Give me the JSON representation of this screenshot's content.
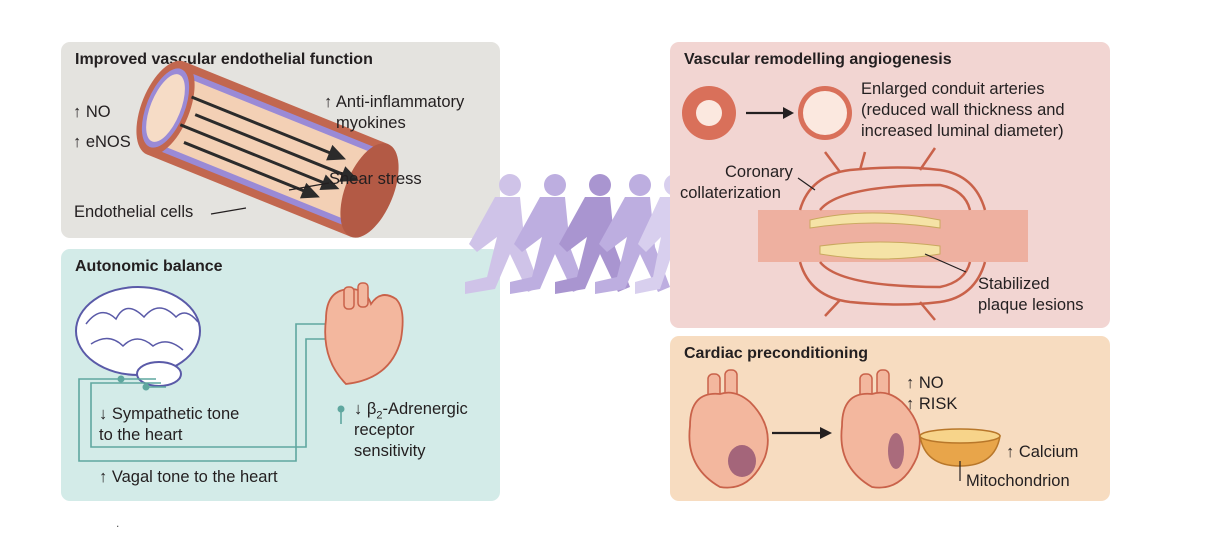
{
  "colors": {
    "vascular_bg": "#e4e3df",
    "autonomic_bg": "#d3ebe8",
    "remodel_bg": "#f2d5d2",
    "cardiac_bg": "#f7dcc0",
    "runner": "#a995d0",
    "artery": "#d9705a",
    "heart": "#f3b79e",
    "nerve": "#5fa79f"
  },
  "vascular": {
    "title": "Improved vascular endothelial function",
    "no": "↑ NO",
    "enos": "↑ eNOS",
    "antiinflam_1": "↑ Anti-inflammatory",
    "antiinflam_2": "myokines",
    "shear": "Shear stress",
    "endothelial": "Endothelial cells"
  },
  "autonomic": {
    "title": "Autonomic balance",
    "symp_1": "↓ Sympathetic tone",
    "symp_2": "to the heart",
    "beta_prefix": "↓ β",
    "beta_sub": "2",
    "beta_suffix": "-Adrenergic",
    "beta_2": "receptor",
    "beta_3": "sensitivity",
    "vagal": "↑ Vagal tone to the heart"
  },
  "remodel": {
    "title": "Vascular remodelling angiogenesis",
    "enlarged_1": "Enlarged conduit arteries",
    "enlarged_2": "(reduced wall thickness and",
    "enlarged_3": "increased luminal diameter)",
    "coronary_1": "Coronary",
    "coronary_2": "collaterization",
    "plaque_1": "Stabilized",
    "plaque_2": "plaque lesions"
  },
  "cardiac": {
    "title": "Cardiac preconditioning",
    "no": "↑ NO",
    "risk": "↑ RISK",
    "calcium": "↑ Calcium",
    "mito": "Mitochondrion"
  },
  "footer_mark": "."
}
